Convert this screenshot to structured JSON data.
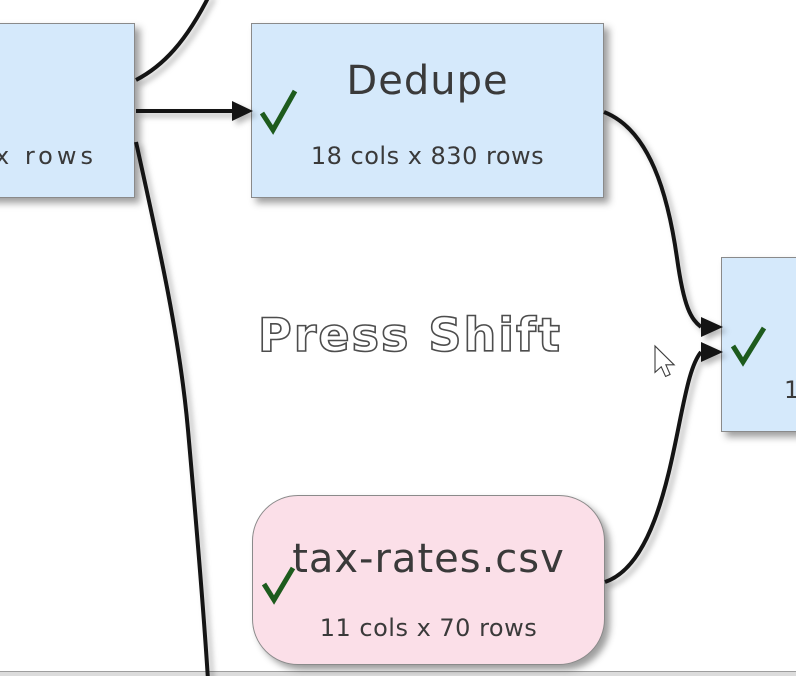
{
  "watermark": "Press Shift",
  "nodes": {
    "left": {
      "visible_subtitle_fragment": "x rows",
      "color": "#d5e9fb",
      "note_visible": "partially off-screen left"
    },
    "dedupe": {
      "title": "Dedupe",
      "subtitle": "18 cols x 830 rows",
      "status": "ok-checkmark",
      "color": "#d5e9fb"
    },
    "tax": {
      "title": "tax-rates.csv",
      "subtitle": "11 cols x 70 rows",
      "status": "ok-checkmark",
      "color": "#fbdfe8"
    },
    "right": {
      "visible_subtitle_fragment": "1",
      "status": "ok-checkmark",
      "color": "#d5e9fb",
      "note_visible": "partially off-screen right"
    }
  },
  "colors": {
    "background": "#ffffff",
    "node_blue": "#d5e9fb",
    "node_pink": "#fbdfe8",
    "node_border": "#8a8a8a",
    "checkmark_green": "#1d5b1d",
    "connector_black": "#141414",
    "text": "#3a3a3a",
    "watermark_outline": "#4d4d4d"
  }
}
